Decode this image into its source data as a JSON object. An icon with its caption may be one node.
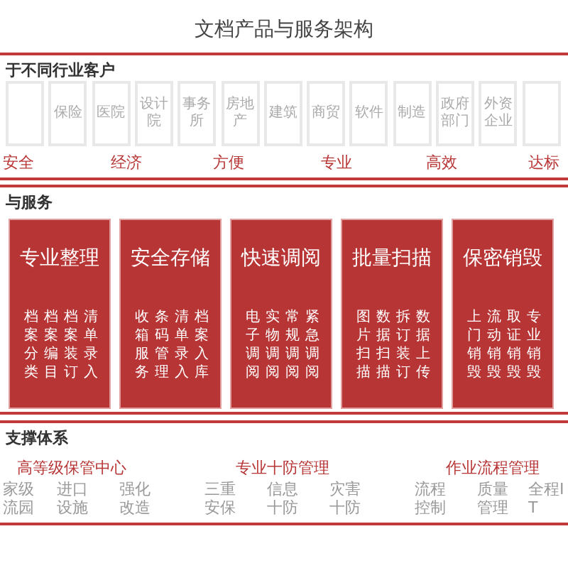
{
  "diagram": {
    "title": "文档产品与服务架构",
    "nodes": [
      {
        "text": [
          "于不同行业客户"
        ]
      },
      {
        "text": [],
        "shape": "box",
        "in": 0
      },
      {
        "text": [
          "保险"
        ],
        "in": 0
      },
      {
        "text": [
          "医院"
        ],
        "in": 0
      },
      {
        "text": [
          "设计院"
        ],
        "in": 0
      },
      {
        "text": [
          "事务所"
        ],
        "in": 0
      },
      {
        "text": [
          "房地产"
        ],
        "in": 0
      },
      {
        "text": [
          "建筑"
        ],
        "in": 0
      },
      {
        "text": [
          "商贸"
        ],
        "in": 0
      },
      {
        "text": [
          "软件"
        ],
        "in": 0
      },
      {
        "text": [
          "制造"
        ],
        "in": 0
      },
      {
        "text": [
          "政府部门"
        ],
        "in": 0
      },
      {
        "text": [
          "外资企业"
        ],
        "in": 0
      },
      {
        "text": [],
        "shape": "box",
        "in": 0
      },
      {
        "text": [
          "与服务"
        ]
      },
      {
        "text": [
          "专业整理",
          "档案分类",
          "档案编目",
          "档案装订",
          "清单录入"
        ],
        "in": 14
      },
      {
        "text": [
          "安全存储",
          "收箱服务",
          "条码管理",
          "清单录入",
          "档案入库"
        ],
        "in": 14
      },
      {
        "text": [
          "快速调阅",
          "电子调阅",
          "实物调阅",
          "常规调阅",
          "紧急调阅"
        ],
        "in": 14
      },
      {
        "text": [
          "批量扫描",
          "图片扫描",
          "数据扫描",
          "拆订装订",
          "数据上传"
        ],
        "in": 14
      },
      {
        "text": [
          "保密销毁",
          "上门销毁",
          "流动销毁",
          "取证销毁",
          "专业销毁"
        ],
        "in": 14
      },
      {
        "text": [
          "支撑体系"
        ]
      }
    ],
    "edges": [],
    "labels": [
      "安全",
      "经济",
      "方便",
      "专业",
      "高效",
      "达标",
      "高等级保管中心",
      "专业十防管理",
      "作业流程管理",
      "家级流园",
      "进口设施",
      "强化改造",
      "三重安保",
      "信息十防",
      "灾害十防",
      "流程控制",
      "质量管理",
      "全程IT"
    ]
  }
}
